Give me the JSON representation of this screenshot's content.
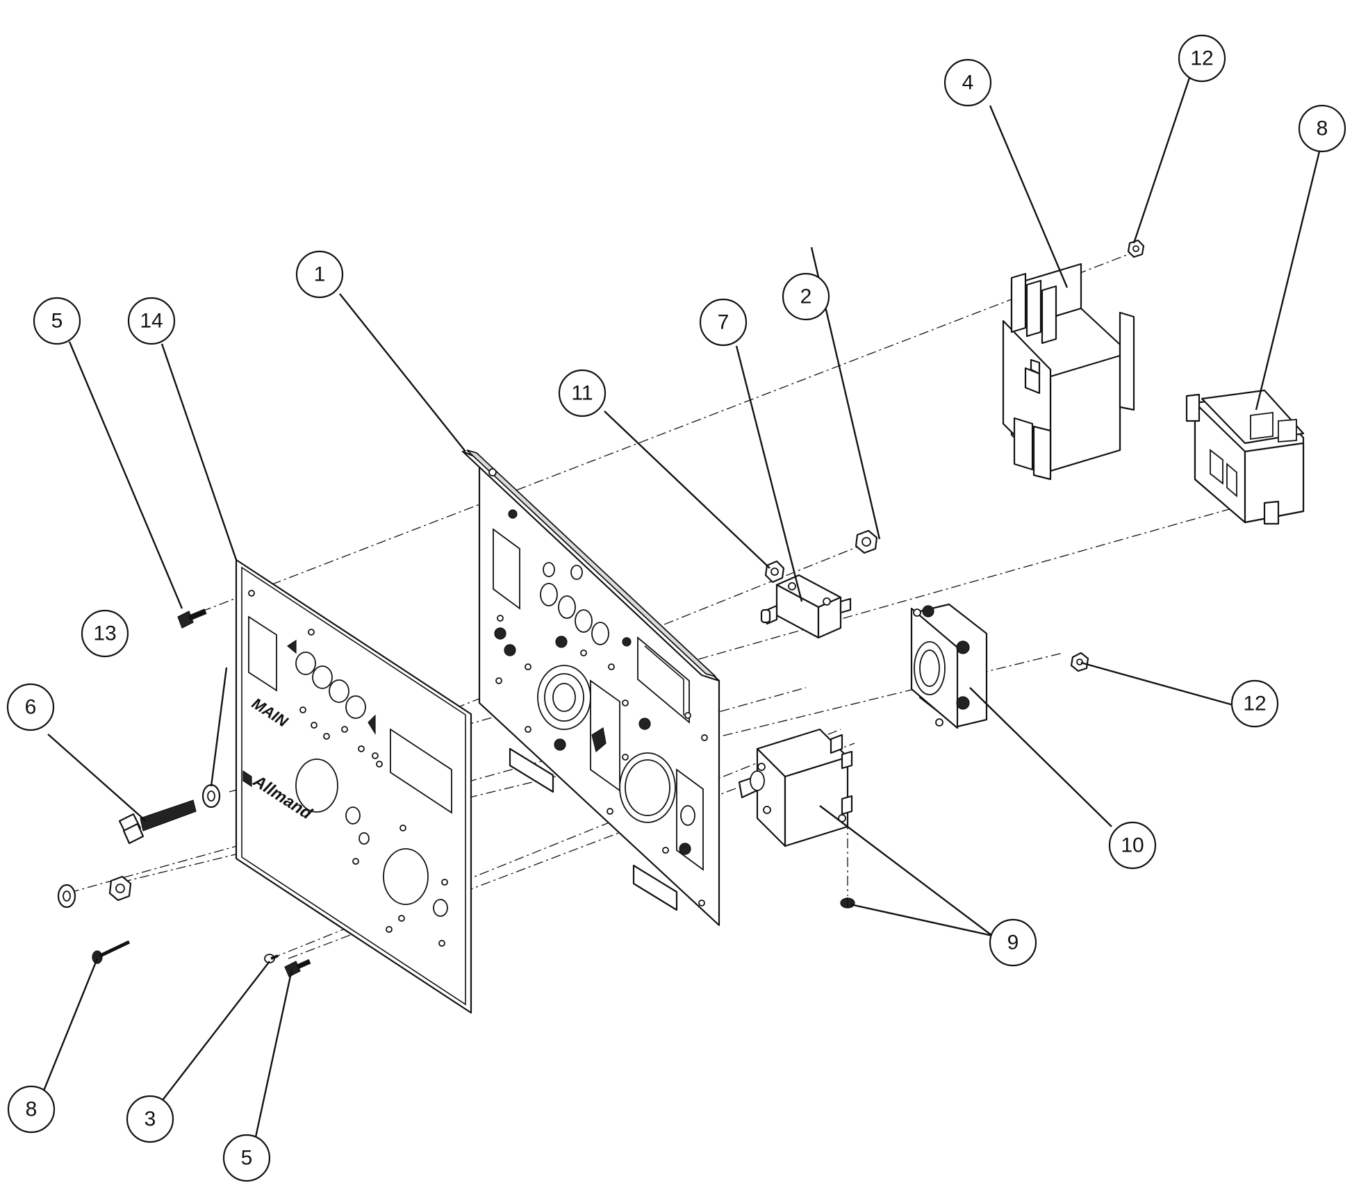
{
  "diagram": {
    "panel_text": {
      "main": "MAIN",
      "brand": "Allmand"
    },
    "balloons": [
      {
        "id": "b1",
        "label": "1"
      },
      {
        "id": "b2",
        "label": "2"
      },
      {
        "id": "b3",
        "label": "3"
      },
      {
        "id": "b4",
        "label": "4"
      },
      {
        "id": "b5a",
        "label": "5"
      },
      {
        "id": "b5b",
        "label": "5"
      },
      {
        "id": "b6",
        "label": "6"
      },
      {
        "id": "b7",
        "label": "7"
      },
      {
        "id": "b8a",
        "label": "8"
      },
      {
        "id": "b8b",
        "label": "8"
      },
      {
        "id": "b9",
        "label": "9"
      },
      {
        "id": "b10",
        "label": "10"
      },
      {
        "id": "b11",
        "label": "11"
      },
      {
        "id": "b12a",
        "label": "12"
      },
      {
        "id": "b12b",
        "label": "12"
      },
      {
        "id": "b13",
        "label": "13"
      },
      {
        "id": "b14",
        "label": "14"
      }
    ]
  }
}
